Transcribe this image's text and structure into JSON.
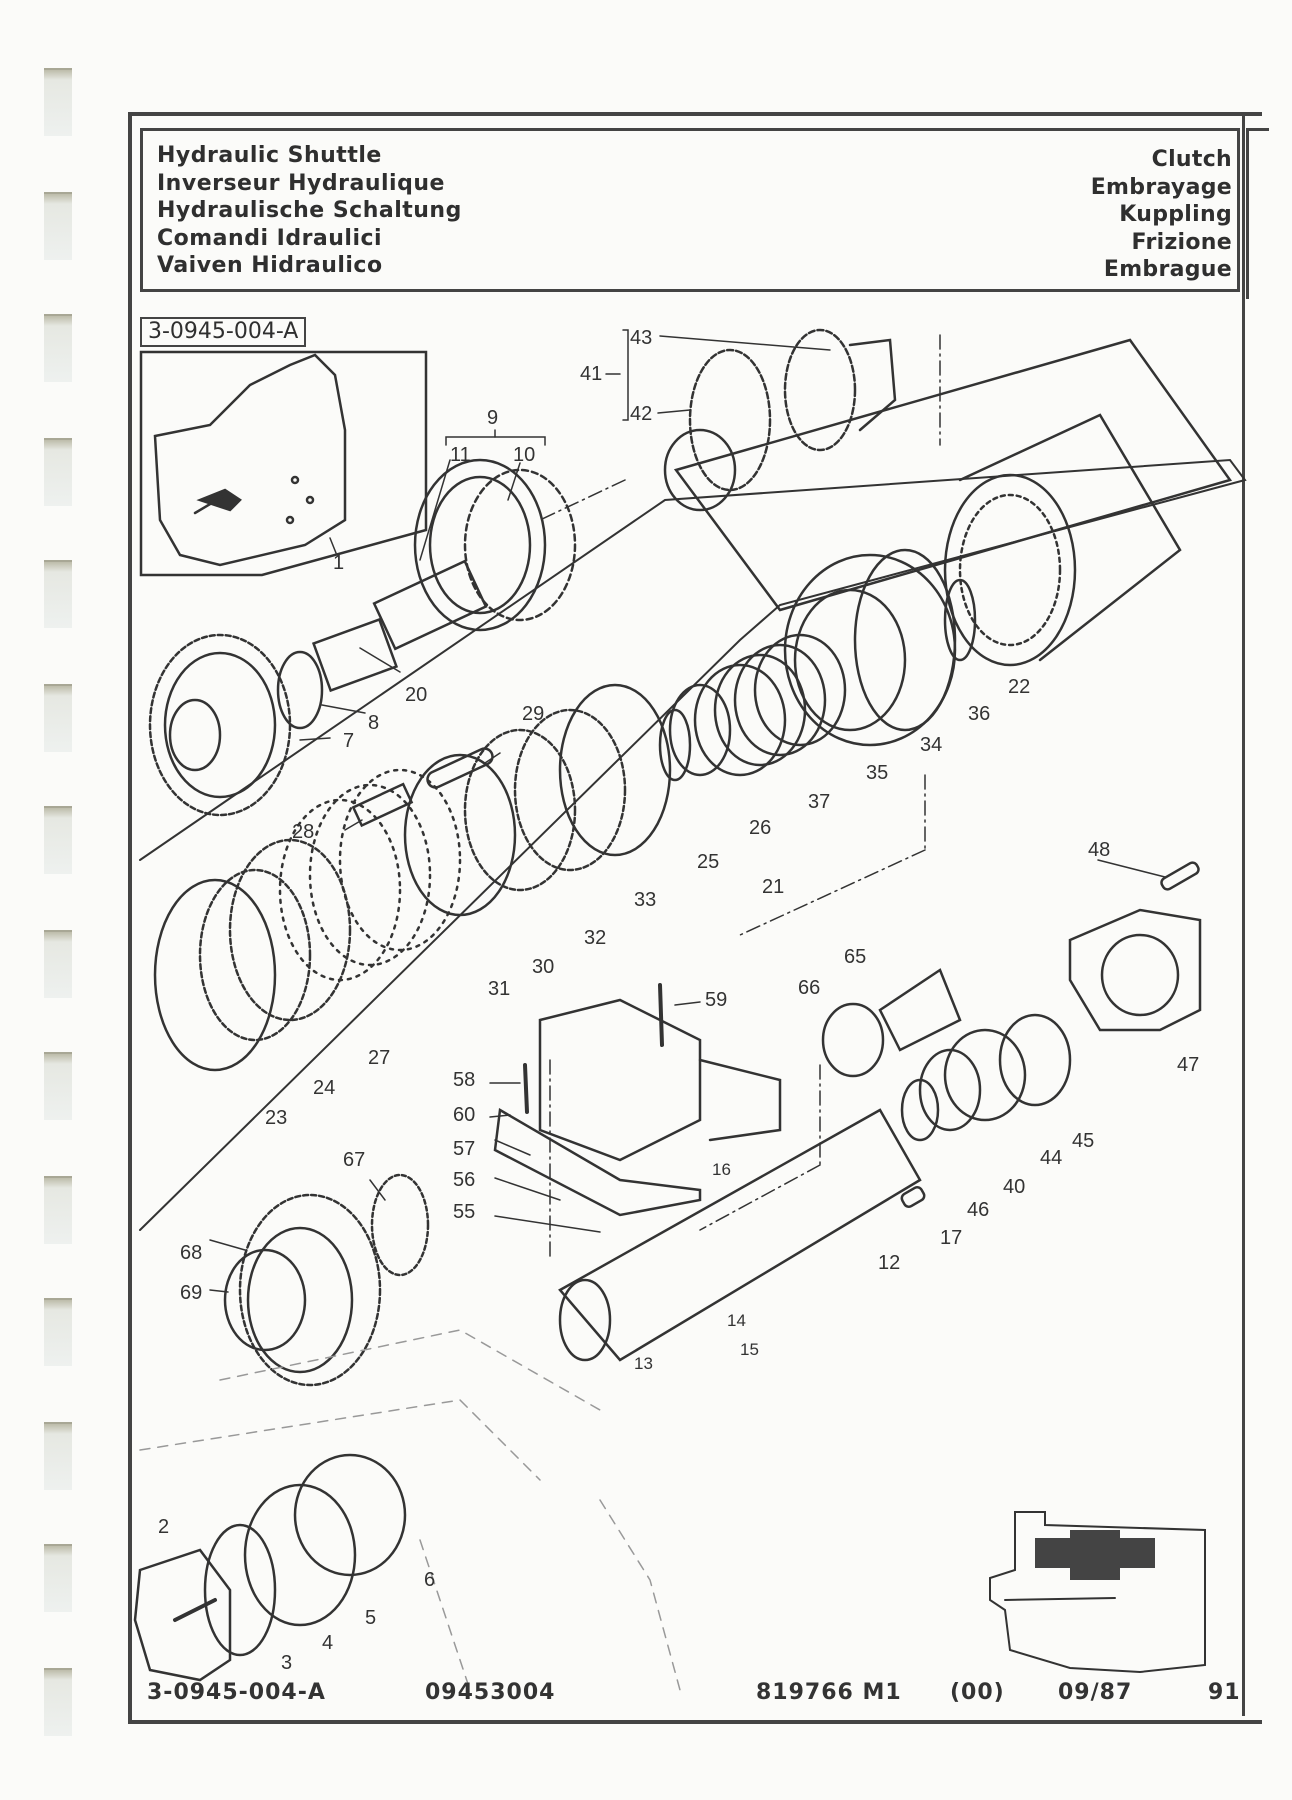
{
  "header": {
    "left_titles": [
      "Hydraulic Shuttle",
      "Inverseur Hydraulique",
      "Hydraulische Schaltung",
      "Comandi Idraulici",
      "Vaiven Hidraulico"
    ],
    "right_titles": [
      "Clutch",
      "Embrayage",
      "Kuppling",
      "Frizione",
      "Embrague"
    ]
  },
  "figure": {
    "reference": "3-0945-004-A",
    "callouts": [
      {
        "id": "1",
        "label": "1"
      },
      {
        "id": "2",
        "label": "2"
      },
      {
        "id": "3",
        "label": "3"
      },
      {
        "id": "4",
        "label": "4"
      },
      {
        "id": "5",
        "label": "5"
      },
      {
        "id": "6",
        "label": "6"
      },
      {
        "id": "7",
        "label": "7"
      },
      {
        "id": "8",
        "label": "8"
      },
      {
        "id": "9",
        "label": "9"
      },
      {
        "id": "10",
        "label": "10"
      },
      {
        "id": "11",
        "label": "11"
      },
      {
        "id": "12",
        "label": "12"
      },
      {
        "id": "13",
        "label": "13"
      },
      {
        "id": "14",
        "label": "14"
      },
      {
        "id": "15",
        "label": "15"
      },
      {
        "id": "16",
        "label": "16"
      },
      {
        "id": "17",
        "label": "17"
      },
      {
        "id": "20",
        "label": "20"
      },
      {
        "id": "21",
        "label": "21"
      },
      {
        "id": "22",
        "label": "22"
      },
      {
        "id": "23",
        "label": "23"
      },
      {
        "id": "24",
        "label": "24"
      },
      {
        "id": "25",
        "label": "25"
      },
      {
        "id": "26",
        "label": "26"
      },
      {
        "id": "27",
        "label": "27"
      },
      {
        "id": "28",
        "label": "28"
      },
      {
        "id": "29",
        "label": "29"
      },
      {
        "id": "30",
        "label": "30"
      },
      {
        "id": "31",
        "label": "31"
      },
      {
        "id": "32",
        "label": "32"
      },
      {
        "id": "33",
        "label": "33"
      },
      {
        "id": "34",
        "label": "34"
      },
      {
        "id": "35",
        "label": "35"
      },
      {
        "id": "36",
        "label": "36"
      },
      {
        "id": "37",
        "label": "37"
      },
      {
        "id": "40",
        "label": "40"
      },
      {
        "id": "41",
        "label": "41"
      },
      {
        "id": "42",
        "label": "42"
      },
      {
        "id": "43",
        "label": "43"
      },
      {
        "id": "44",
        "label": "44"
      },
      {
        "id": "45",
        "label": "45"
      },
      {
        "id": "46",
        "label": "46"
      },
      {
        "id": "47",
        "label": "47"
      },
      {
        "id": "48",
        "label": "48"
      },
      {
        "id": "55",
        "label": "55"
      },
      {
        "id": "56",
        "label": "56"
      },
      {
        "id": "57",
        "label": "57"
      },
      {
        "id": "58",
        "label": "58"
      },
      {
        "id": "59",
        "label": "59"
      },
      {
        "id": "60",
        "label": "60"
      },
      {
        "id": "65",
        "label": "65"
      },
      {
        "id": "66",
        "label": "66"
      },
      {
        "id": "67",
        "label": "67"
      },
      {
        "id": "68",
        "label": "68"
      },
      {
        "id": "69",
        "label": "69"
      }
    ]
  },
  "footer": {
    "illustration_ref": "3-0945-004-A",
    "drawing_number": "09453004",
    "publication_number": "819766 M1",
    "revision": "(00)",
    "date": "09/87",
    "page_number": "91"
  }
}
